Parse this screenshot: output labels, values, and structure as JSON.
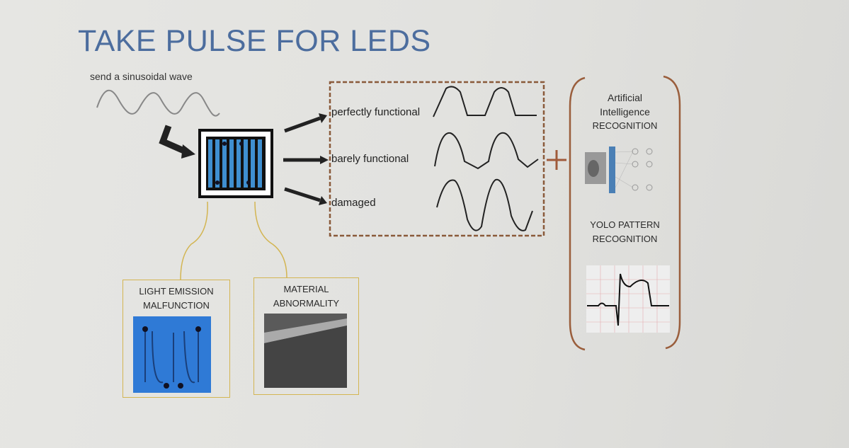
{
  "title": "TAKE PULSE FOR LEDS",
  "input_label": "send a sinusoidal wave",
  "states": [
    {
      "label": "perfectly functional"
    },
    {
      "label": "barely functional"
    },
    {
      "label": "damaged"
    }
  ],
  "recognition": {
    "ai": [
      "Artificial",
      "Intelligence",
      "RECOGNITION"
    ],
    "yolo": [
      "YOLO PATTERN",
      "RECOGNITION"
    ]
  },
  "faults": [
    {
      "label": [
        "LIGHT EMISSION",
        "MALFUNCTION"
      ]
    },
    {
      "label": [
        "MATERIAL",
        "ABNORMALITY"
      ]
    }
  ],
  "colors": {
    "title": "#4c6d9e",
    "led": "#3f8fd0",
    "dashed_box": "#8a5a3a",
    "connector": "#d3b552"
  }
}
